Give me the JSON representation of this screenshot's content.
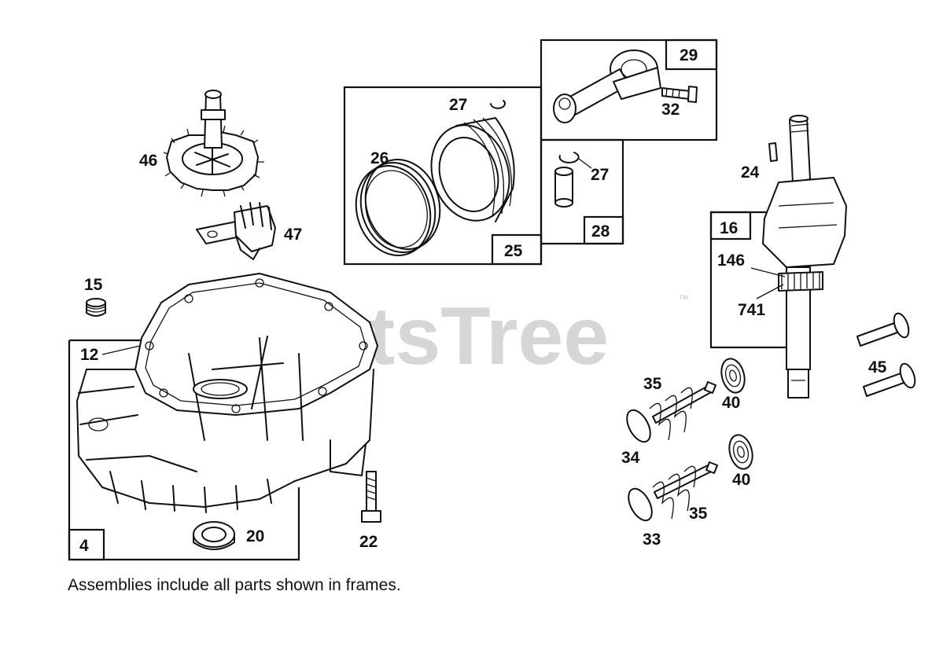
{
  "watermark": {
    "text": "PartsTree",
    "trademark": "™"
  },
  "frames": [
    {
      "id": "frame-4",
      "label": "4"
    },
    {
      "id": "frame-25",
      "label": "25"
    },
    {
      "id": "frame-28",
      "label": "28"
    },
    {
      "id": "frame-29",
      "label": "29"
    },
    {
      "id": "frame-16",
      "label": "16"
    }
  ],
  "callouts": {
    "p46": "46",
    "p47": "47",
    "p15": "15",
    "p12": "12",
    "p20": "20",
    "p22": "22",
    "p26": "26",
    "p27a": "27",
    "p27b": "27",
    "p32": "32",
    "p24": "24",
    "p146": "146",
    "p741": "741",
    "p45": "45",
    "p35a": "35",
    "p40a": "40",
    "p34": "34",
    "p40b": "40",
    "p35b": "35",
    "p33": "33"
  },
  "note": "Assemblies include all parts shown in frames."
}
